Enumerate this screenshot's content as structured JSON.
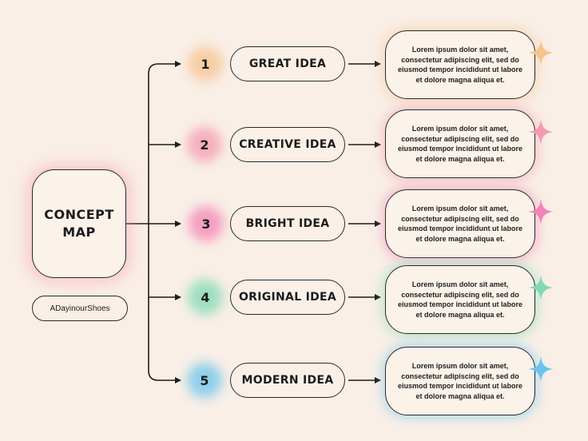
{
  "main": {
    "title": "CONCEPT MAP",
    "author": "ADayinourShoes"
  },
  "ideas": [
    {
      "number": "1",
      "label": "GREAT IDEA",
      "color": "#f7c38e",
      "description": "Lorem ipsum dolor sit amet, consectetur adipiscing elit, sed do eiusmod tempor incididunt ut labore et dolore magna aliqua et."
    },
    {
      "number": "2",
      "label": "CREATIVE IDEA",
      "color": "#f59ab0",
      "description": "Lorem ipsum dolor sit amet, consectetur adipiscing elit, sed do eiusmod tempor incididunt ut labore et dolore magna aliqua et."
    },
    {
      "number": "3",
      "label": "BRIGHT IDEA",
      "color": "#f383b4",
      "description": "Lorem ipsum dolor sit amet, consectetur adipiscing elit, sed do eiusmod tempor incididunt ut labore et dolore magna aliqua et."
    },
    {
      "number": "4",
      "label": "ORIGINAL IDEA",
      "color": "#7fd9b6",
      "description": "Lorem ipsum dolor sit amet, consectetur adipiscing elit, sed do eiusmod tempor incididunt ut labore et dolore magna aliqua et."
    },
    {
      "number": "5",
      "label": "MODERN IDEA",
      "color": "#6cc4ee",
      "description": "Lorem ipsum dolor sit amet, consectetur adipiscing elit, sed do eiusmod tempor incididunt ut labore et dolore magna aliqua et."
    }
  ],
  "icons": {
    "sparkle": "four-point-star-icon",
    "arrow": "arrow-right-icon"
  }
}
